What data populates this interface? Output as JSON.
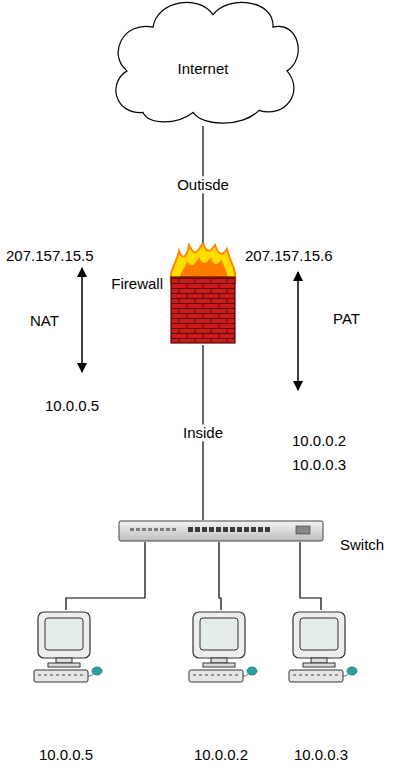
{
  "diagram": {
    "nodes": [
      {
        "text": [
          "Internet"
        ]
      },
      {
        "text": [
          "Firewall"
        ]
      },
      {
        "text": [
          "Switch"
        ]
      },
      {
        "text": [
          "10.0.0.5"
        ]
      },
      {
        "text": [
          "10.0.0.2"
        ]
      },
      {
        "text": [
          "10.0.0.3"
        ]
      }
    ],
    "edges": [
      {
        "from": 0,
        "to": 1,
        "arrow": "none",
        "label": "Outisde"
      },
      {
        "from": 1,
        "to": 2,
        "arrow": "none",
        "label": "Inside"
      },
      {
        "from": 2,
        "to": 3,
        "arrow": "none"
      },
      {
        "from": 2,
        "to": 4,
        "arrow": "none"
      },
      {
        "from": 2,
        "to": 5,
        "arrow": "none"
      }
    ],
    "labels": [
      "207.157.15.5",
      "NAT",
      "10.0.0.5",
      "207.157.15.6",
      "PAT",
      "10.0.0.2",
      "10.0.0.3"
    ]
  }
}
